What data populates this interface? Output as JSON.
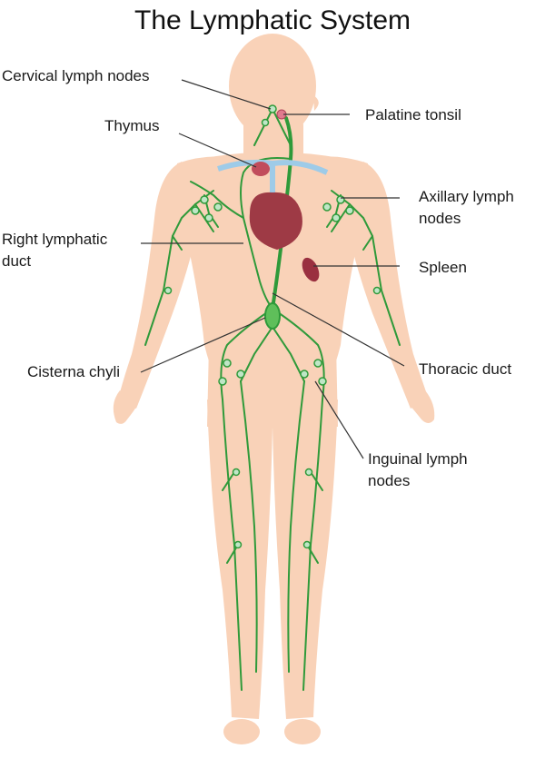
{
  "title": "The Lymphatic System",
  "labels": {
    "cervical": "Cervical lymph nodes",
    "tonsil": "Palatine tonsil",
    "thymus": "Thymus",
    "axillary_1": "Axillary lymph",
    "axillary_2": "nodes",
    "right_duct_1": "Right lymphatic",
    "right_duct_2": "duct",
    "spleen": "Spleen",
    "cisterna": "Cisterna chyli",
    "thoracic": "Thoracic duct",
    "inguinal_1": "Inguinal lymph",
    "inguinal_2": "nodes"
  },
  "colors": {
    "skin": "#f9d2b8",
    "lymph_vessel": "#2f9a3a",
    "lymph_node": "#bfe6c6",
    "heart": "#9e3a45",
    "spleen": "#9a3040",
    "tonsil": "#e07a8e",
    "vein_blue": "#9ecbe8",
    "leader_line": "#333333"
  }
}
